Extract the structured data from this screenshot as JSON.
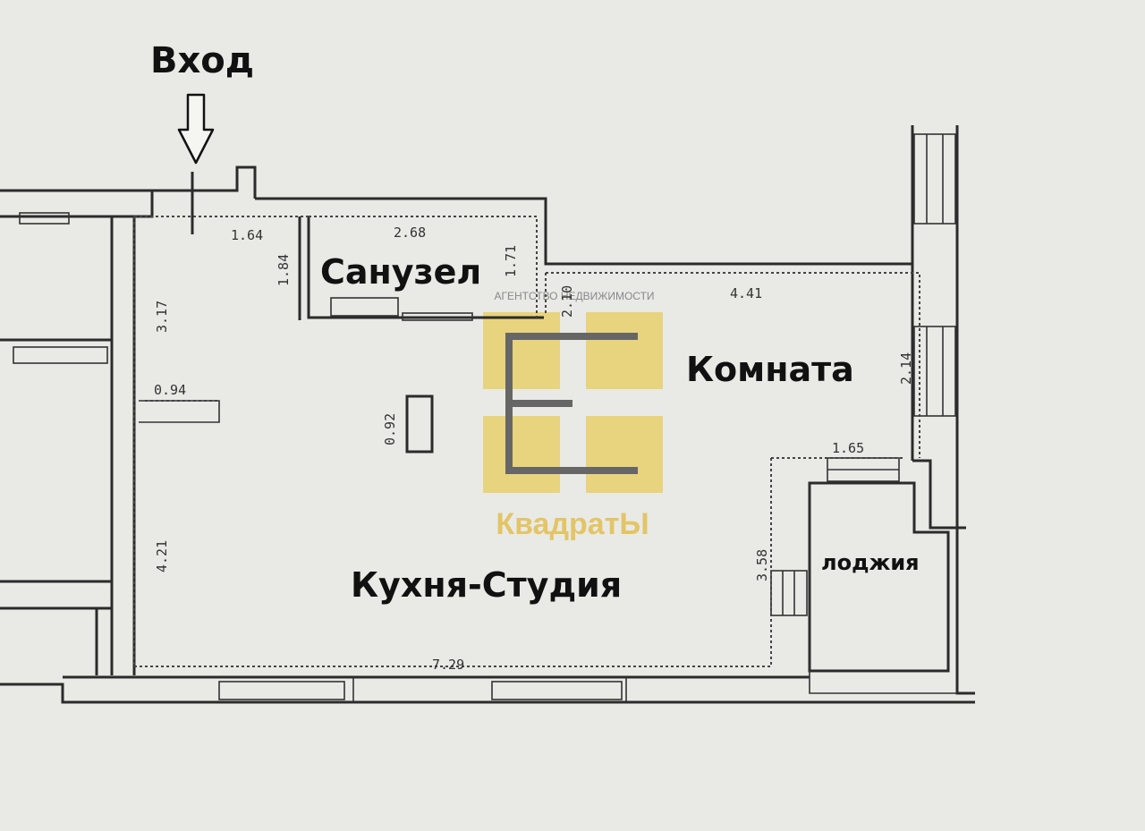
{
  "labels": {
    "entrance": "Вход",
    "bathroom": "Санузел",
    "room": "Комната",
    "kitchen_studio": "Кухня-Студия",
    "loggia": "лоджия"
  },
  "dimensions": {
    "d_1_64": "1.64",
    "d_2_68": "2.68",
    "d_1_84": "1.84",
    "d_1_71": "1.71",
    "d_3_17": "3.17",
    "d_0_94": "0.94",
    "d_0_92": "0.92",
    "d_2_10": "2.10",
    "d_4_41": "4.41",
    "d_2_14": "2.14",
    "d_1_65": "1.65",
    "d_4_21": "4.21",
    "d_3_58": "3.58",
    "d_7_29": "7.29"
  },
  "watermark": {
    "agency": "АГЕНТСТВО НЕДВИЖИМОСТИ",
    "brand": "КвадратЫ",
    "tile_color": "#e8cf6b",
    "letter_color": "#666666",
    "brand_color": "#e3c567"
  }
}
